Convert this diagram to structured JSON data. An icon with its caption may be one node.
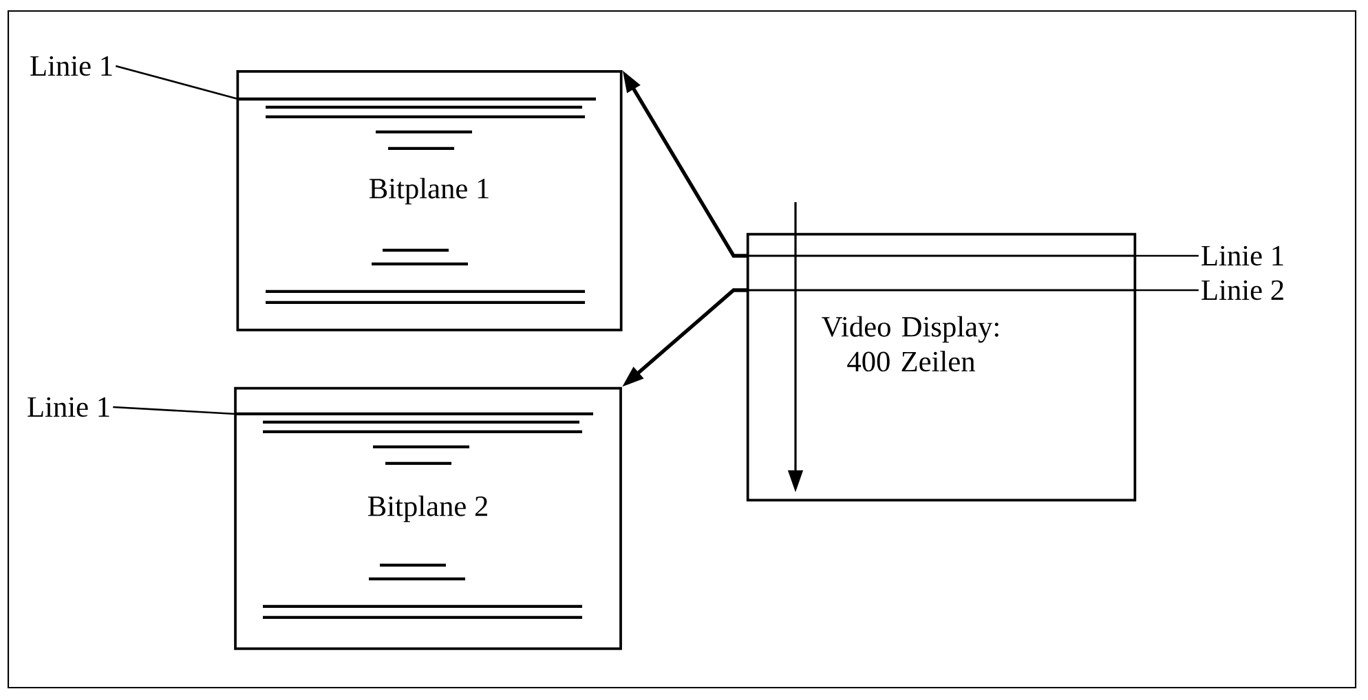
{
  "diagram": {
    "nodes": [
      {
        "text": [
          "Bitplane 1"
        ]
      },
      {
        "text": [
          "Bitplane 2"
        ]
      },
      {
        "text": [
          "Video Display: 400 Zeilen"
        ]
      },
      {
        "text": [
          "Linie 1"
        ]
      },
      {
        "text": [
          "Linie 1"
        ]
      },
      {
        "text": [
          "Linie 1"
        ]
      },
      {
        "text": [
          "Linie 2"
        ]
      }
    ],
    "edges": [
      {
        "from": 2,
        "to": 0,
        "arrow": "to"
      },
      {
        "from": 2,
        "to": 1,
        "arrow": "to"
      },
      {
        "from": 3,
        "to": 0,
        "arrow": "none"
      },
      {
        "from": 4,
        "to": 1,
        "arrow": "none"
      },
      {
        "from": 5,
        "to": 2,
        "arrow": "none"
      },
      {
        "from": 6,
        "to": 2,
        "arrow": "none"
      }
    ]
  }
}
